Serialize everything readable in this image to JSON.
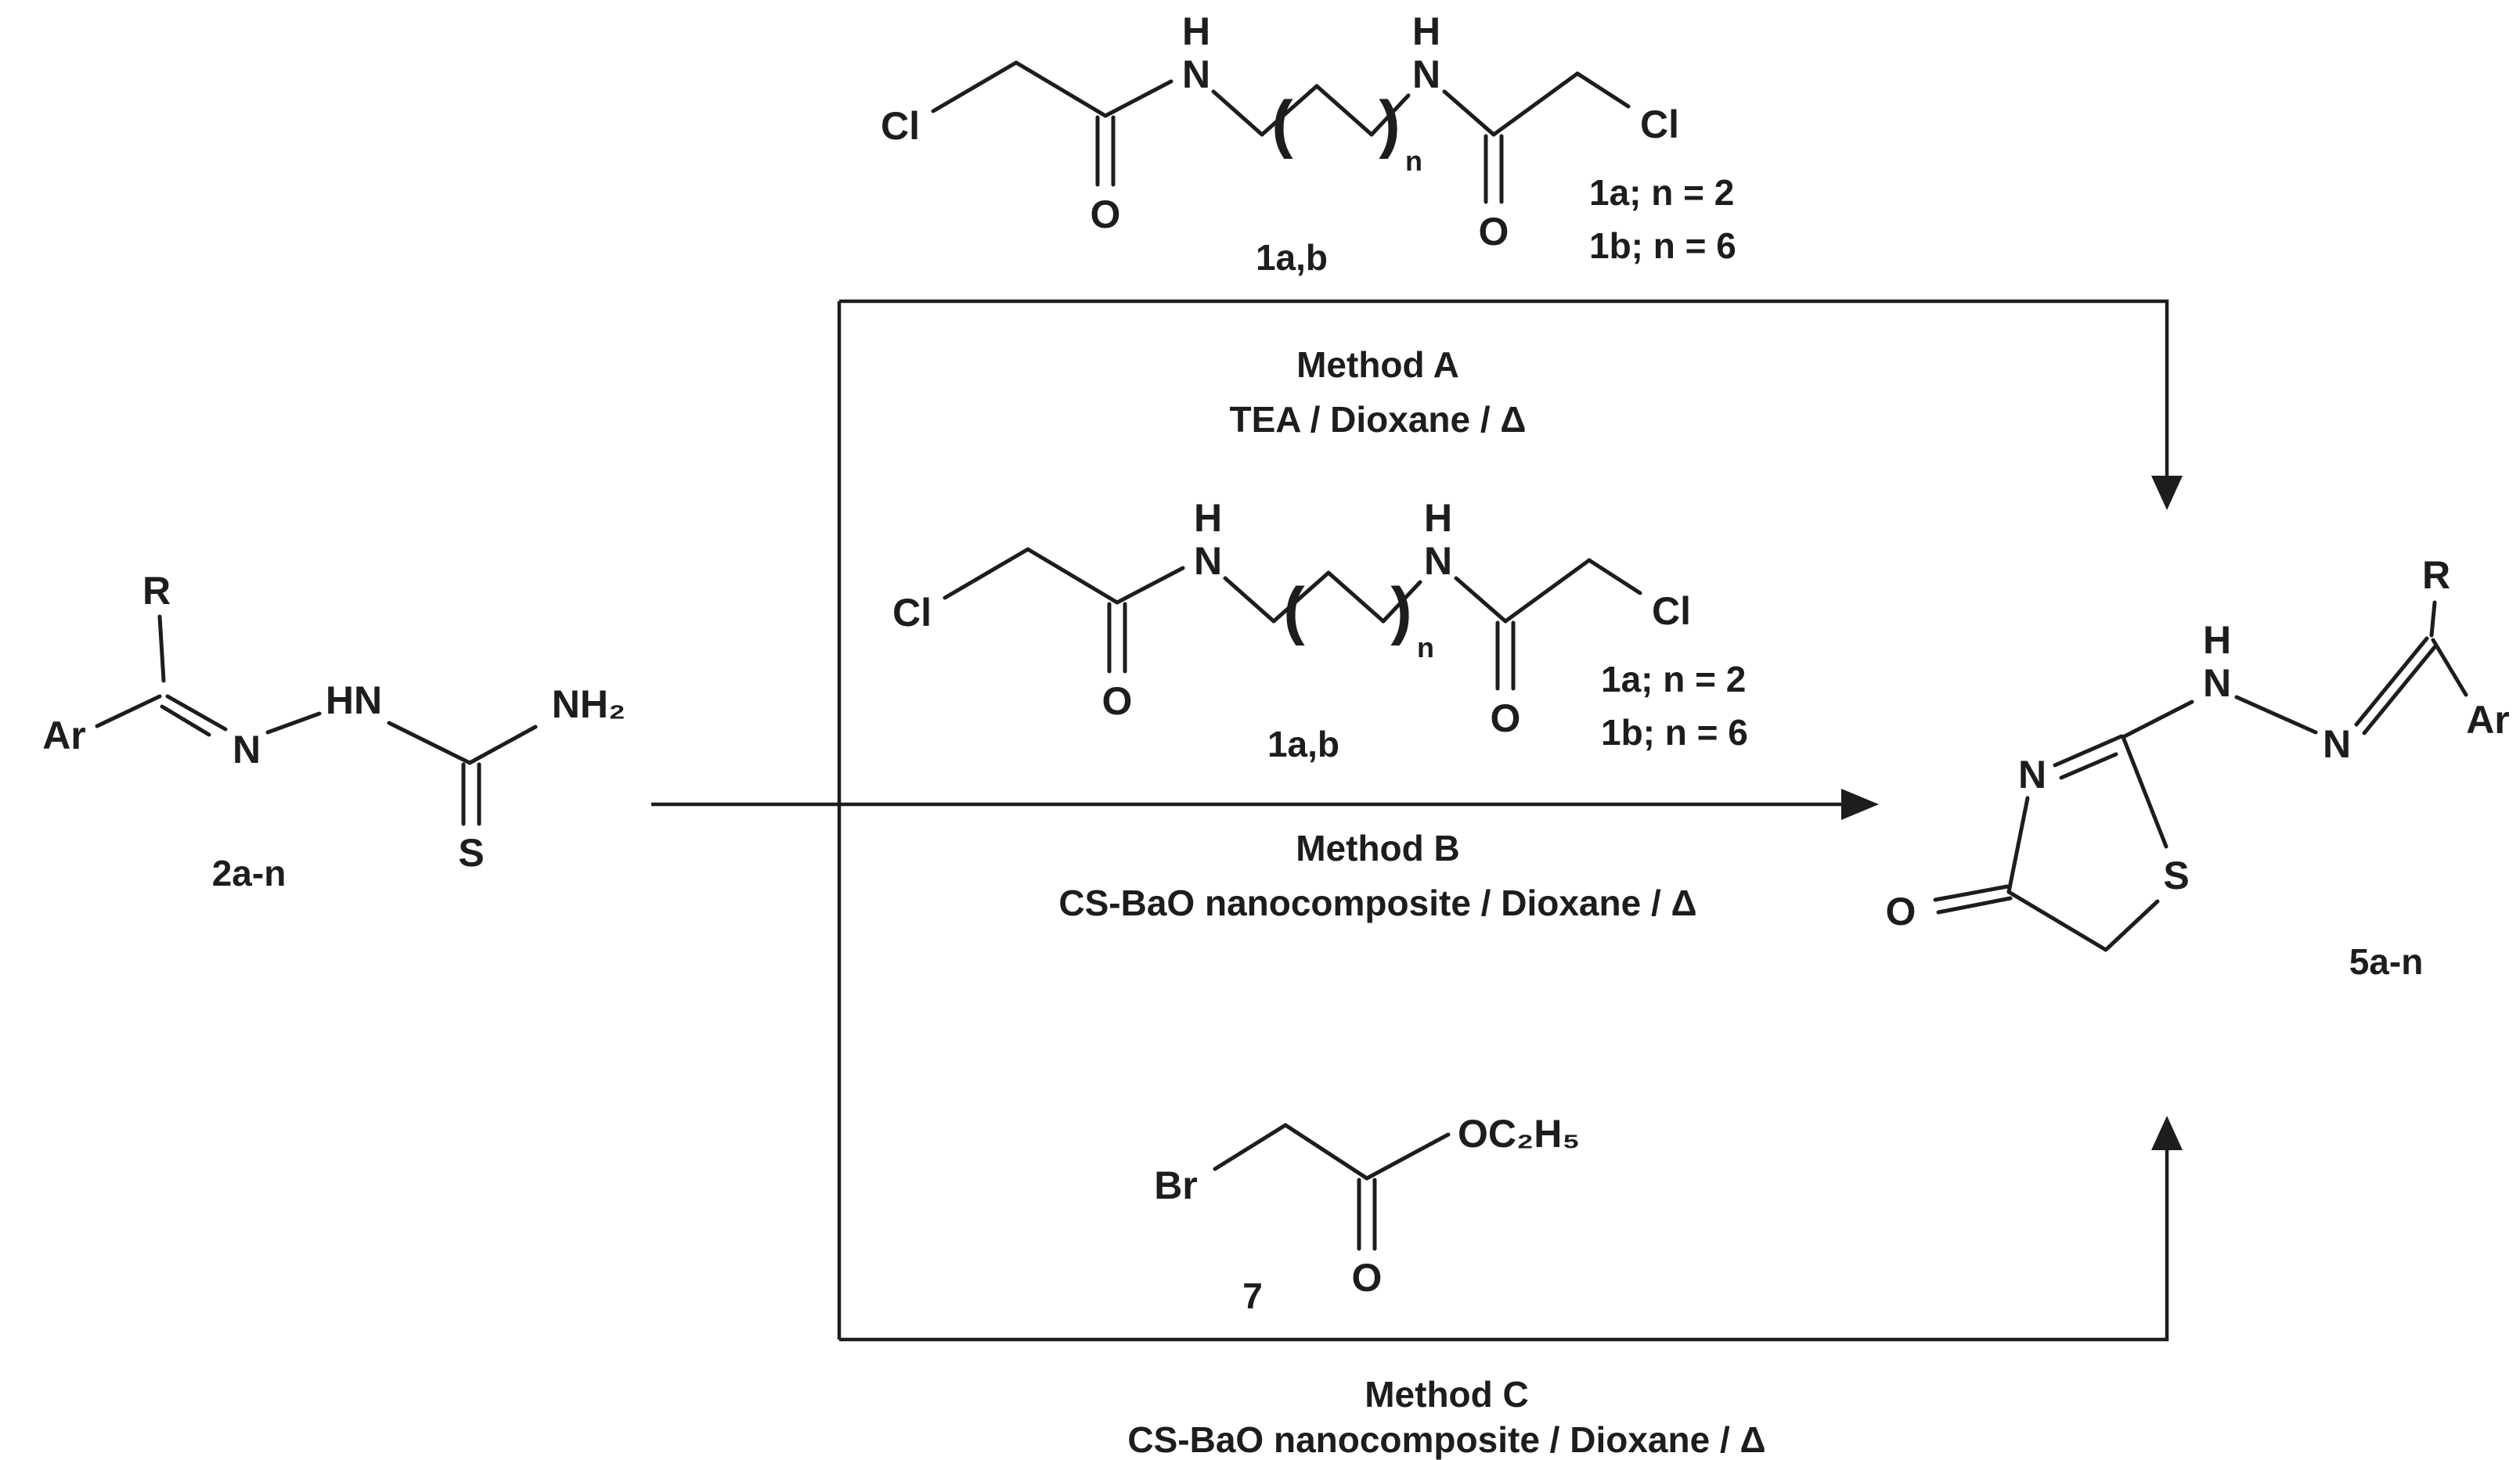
{
  "colors": {
    "background": "#ffffff",
    "ink": "#1d1d1d"
  },
  "scheme": {
    "reagent_1ab": {
      "atoms": {
        "cl_left": "Cl",
        "o_left": "O",
        "h_left": "H",
        "n_left": "N",
        "paren_open": "(",
        "paren_close": ")",
        "repeat_n": "n",
        "h_right": "H",
        "n_right": "N",
        "o_right": "O",
        "cl_right": "Cl"
      },
      "label": "1a,b",
      "note_1a": "1a; n = 2",
      "note_1b": "1b; n = 6"
    },
    "method_a": {
      "name": "Method A",
      "conditions": "TEA / Dioxane / Δ"
    },
    "method_b": {
      "name": "Method B",
      "conditions": "CS-BaO nanocomposite / Dioxane / Δ"
    },
    "method_c": {
      "name": "Method C",
      "conditions": "CS-BaO nanocomposite / Dioxane / Δ"
    },
    "reagent_7": {
      "atoms": {
        "br": "Br",
        "o_carbonyl": "O",
        "ester_group": "OC₂H₅"
      },
      "label": "7"
    },
    "reactant_2": {
      "atoms": {
        "r": "R",
        "ar": "Ar",
        "n": "N",
        "hn": "HN",
        "nh2": "NH₂",
        "s": "S"
      },
      "label": "2a-n"
    },
    "product_5": {
      "atoms": {
        "ring_n": "N",
        "ring_s": "S",
        "ring_o": "O",
        "h": "H",
        "n_amine": "N",
        "n_imine": "N",
        "r": "R",
        "ar": "Ar"
      },
      "label": "5a-n"
    }
  }
}
